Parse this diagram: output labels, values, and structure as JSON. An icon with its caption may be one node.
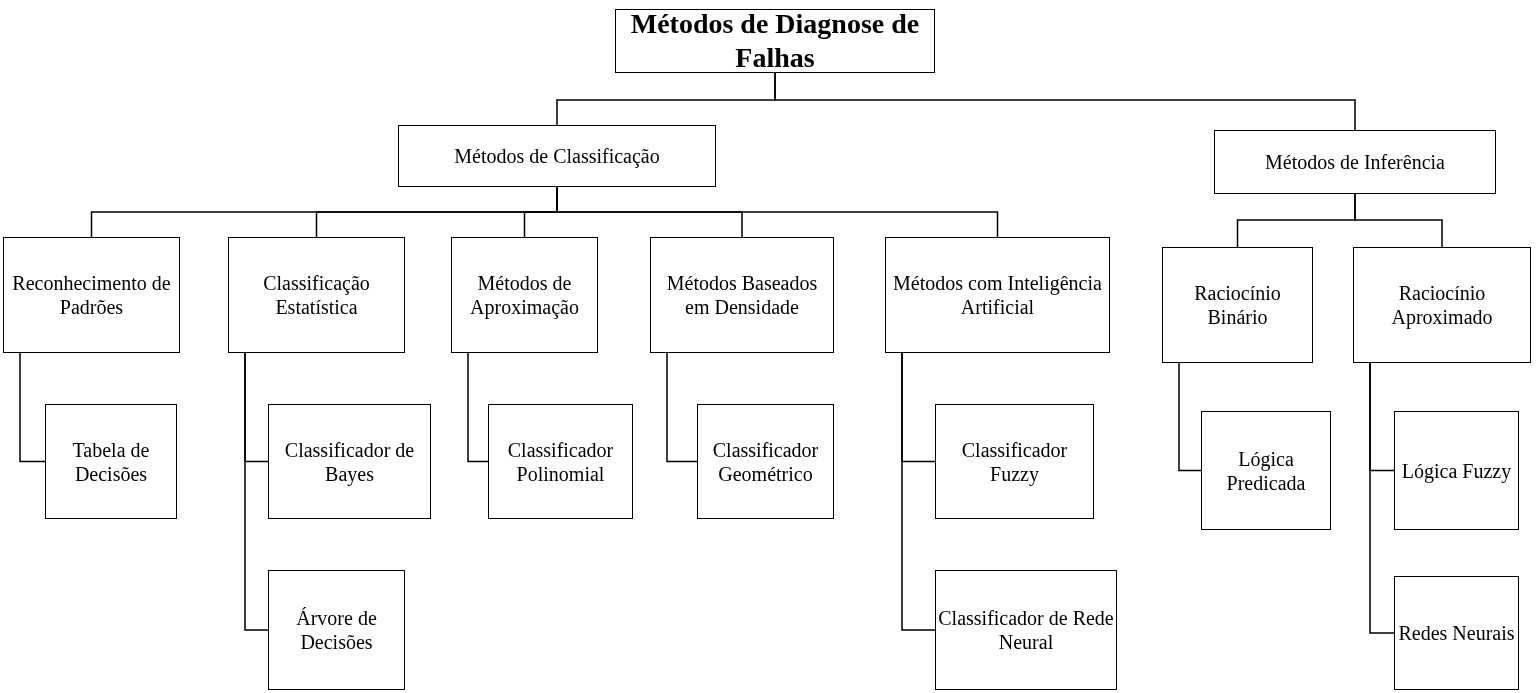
{
  "diagram": {
    "nodes": [
      {
        "text": [
          "Métodos de Diagnose de Falhas"
        ]
      },
      {
        "text": [
          "Métodos de Classificação"
        ]
      },
      {
        "text": [
          "Métodos de Inferência"
        ]
      },
      {
        "text": [
          "Reconhecimento de Padrões"
        ]
      },
      {
        "text": [
          "Classificação Estatística"
        ]
      },
      {
        "text": [
          "Métodos de Aproximação"
        ]
      },
      {
        "text": [
          "Métodos Baseados em Densidade"
        ]
      },
      {
        "text": [
          "Métodos com Inteligência Artificial"
        ]
      },
      {
        "text": [
          "Raciocínio Binário"
        ]
      },
      {
        "text": [
          "Raciocínio Aproximado"
        ]
      },
      {
        "text": [
          "Tabela de Decisões"
        ]
      },
      {
        "text": [
          "Classificador de Bayes"
        ]
      },
      {
        "text": [
          "Árvore de Decisões"
        ]
      },
      {
        "text": [
          "Classificador Polinomial"
        ]
      },
      {
        "text": [
          "Classificador Geométrico"
        ]
      },
      {
        "text": [
          "Classificador Fuzzy"
        ]
      },
      {
        "text": [
          "Classificador de Rede Neural"
        ]
      },
      {
        "text": [
          "Lógica Predicada"
        ]
      },
      {
        "text": [
          "Lógica Fuzzy"
        ]
      },
      {
        "text": [
          "Redes Neurais"
        ]
      }
    ],
    "edges": [
      {
        "from": 0,
        "to": 1,
        "arrow": "none"
      },
      {
        "from": 0,
        "to": 2,
        "arrow": "none"
      },
      {
        "from": 1,
        "to": 3,
        "arrow": "none"
      },
      {
        "from": 1,
        "to": 4,
        "arrow": "none"
      },
      {
        "from": 1,
        "to": 5,
        "arrow": "none"
      },
      {
        "from": 1,
        "to": 6,
        "arrow": "none"
      },
      {
        "from": 1,
        "to": 7,
        "arrow": "none"
      },
      {
        "from": 2,
        "to": 8,
        "arrow": "none"
      },
      {
        "from": 2,
        "to": 9,
        "arrow": "none"
      },
      {
        "from": 3,
        "to": 10,
        "arrow": "none"
      },
      {
        "from": 4,
        "to": 11,
        "arrow": "none"
      },
      {
        "from": 4,
        "to": 12,
        "arrow": "none"
      },
      {
        "from": 5,
        "to": 13,
        "arrow": "none"
      },
      {
        "from": 6,
        "to": 14,
        "arrow": "none"
      },
      {
        "from": 7,
        "to": 15,
        "arrow": "none"
      },
      {
        "from": 7,
        "to": 16,
        "arrow": "none"
      },
      {
        "from": 8,
        "to": 17,
        "arrow": "none"
      },
      {
        "from": 9,
        "to": 18,
        "arrow": "none"
      },
      {
        "from": 9,
        "to": 19,
        "arrow": "none"
      }
    ]
  }
}
